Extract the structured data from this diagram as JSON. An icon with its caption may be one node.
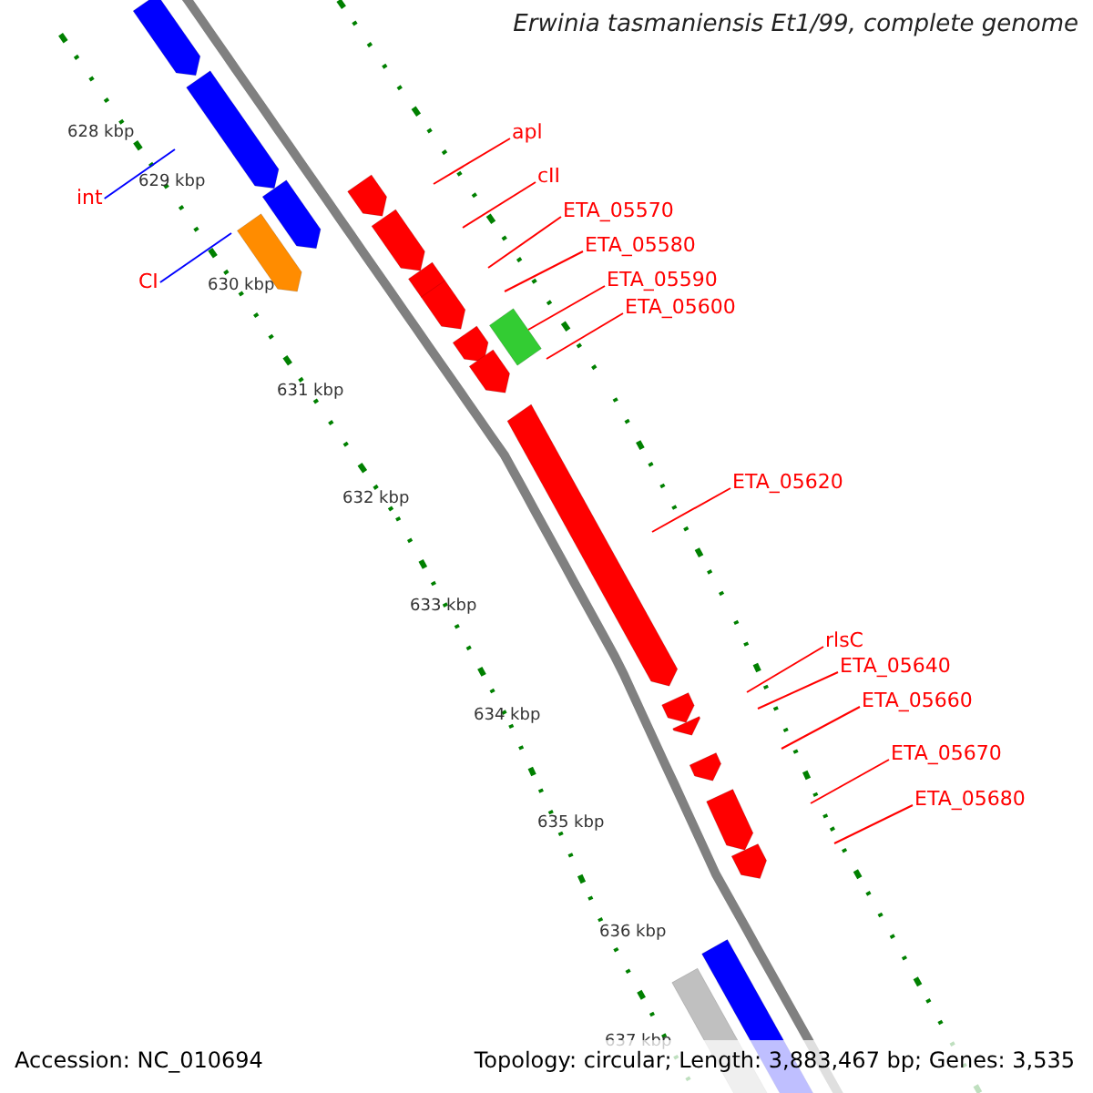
{
  "diagram": {
    "title": "Erwinia tasmaniensis Et1/99, complete genome",
    "nodes": [
      {
        "text": [
          "int"
        ]
      },
      {
        "text": [
          "CI"
        ]
      },
      {
        "text": [
          "apl"
        ]
      },
      {
        "text": [
          "cII"
        ]
      },
      {
        "text": [
          "ETA_05570"
        ]
      },
      {
        "text": [
          "ETA_05580"
        ]
      },
      {
        "text": [
          "ETA_05590"
        ]
      },
      {
        "text": [
          "ETA_05600"
        ]
      },
      {
        "text": [
          "ETA_05620"
        ]
      },
      {
        "text": [
          "rlsC"
        ]
      },
      {
        "text": [
          "ETA_05640"
        ]
      },
      {
        "text": [
          "ETA_05660"
        ]
      },
      {
        "text": [
          "ETA_05670"
        ]
      },
      {
        "text": [
          "ETA_05680"
        ]
      }
    ],
    "edges": [
      {
        "from": 0,
        "to": null,
        "arrow": "none",
        "color": "#0000ff"
      },
      {
        "from": 1,
        "to": null,
        "arrow": "none",
        "color": "#0000ff"
      },
      {
        "from": 2,
        "to": null,
        "arrow": "none"
      },
      {
        "from": 3,
        "to": null,
        "arrow": "none"
      },
      {
        "from": 4,
        "to": null,
        "arrow": "none"
      },
      {
        "from": 5,
        "to": null,
        "arrow": "none"
      },
      {
        "from": 6,
        "to": null,
        "arrow": "none"
      },
      {
        "from": 7,
        "to": null,
        "arrow": "none"
      },
      {
        "from": 8,
        "to": null,
        "arrow": "none"
      },
      {
        "from": 9,
        "to": null,
        "arrow": "none"
      },
      {
        "from": 10,
        "to": null,
        "arrow": "none"
      },
      {
        "from": 11,
        "to": null,
        "arrow": "none"
      },
      {
        "from": 12,
        "to": null,
        "arrow": "none"
      },
      {
        "from": 13,
        "to": null,
        "arrow": "none"
      }
    ],
    "labels": [
      "628 kbp",
      "629 kbp",
      "630 kbp",
      "631 kbp",
      "632 kbp",
      "633 kbp",
      "634 kbp",
      "635 kbp",
      "636 kbp",
      "637 kbp",
      "Accession: NC_010694",
      "Topology: circular; Length: 3,883,467 bp; Genes: 3,535"
    ]
  }
}
